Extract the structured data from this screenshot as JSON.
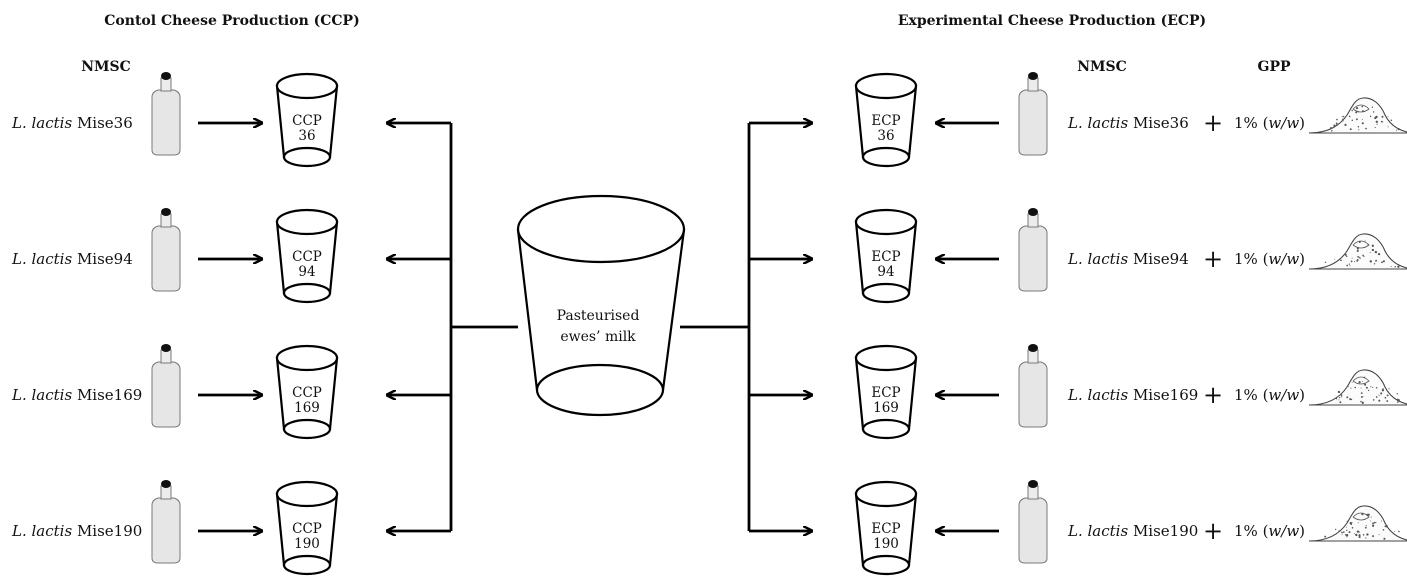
{
  "headers": {
    "left_title": "Contol Cheese Production (CCP)",
    "right_title": "Experimental Cheese Production (ECP)",
    "nmsc_left": "NMSC",
    "nmsc_right": "NMSC",
    "gpp": "GPP"
  },
  "center_vat": {
    "line1": "Pasteurised",
    "line2": "ewes’ milk"
  },
  "control_rows": [
    {
      "strain_genus": "L. lactis",
      "strain_name": "Mise36",
      "cup_code": "CCP",
      "cup_num": "36"
    },
    {
      "strain_genus": "L. lactis",
      "strain_name": "Mise94",
      "cup_code": "CCP",
      "cup_num": "94"
    },
    {
      "strain_genus": "L. lactis",
      "strain_name": "Mise169",
      "cup_code": "CCP",
      "cup_num": "169"
    },
    {
      "strain_genus": "L. lactis",
      "strain_name": "Mise190",
      "cup_code": "CCP",
      "cup_num": "190"
    }
  ],
  "experimental_rows": [
    {
      "strain_genus": "L. lactis",
      "strain_name": "Mise36",
      "cup_code": "ECP",
      "cup_num": "36",
      "plus": "+",
      "dose": "1% (",
      "dose_unit": "w/w",
      "dose_close": ")"
    },
    {
      "strain_genus": "L. lactis",
      "strain_name": "Mise94",
      "cup_code": "ECP",
      "cup_num": "94",
      "plus": "+",
      "dose": "1% (",
      "dose_unit": "w/w",
      "dose_close": ")"
    },
    {
      "strain_genus": "L. lactis",
      "strain_name": "Mise169",
      "cup_code": "ECP",
      "cup_num": "169",
      "plus": "+",
      "dose": "1% (",
      "dose_unit": "w/w",
      "dose_close": ")"
    },
    {
      "strain_genus": "L. lactis",
      "strain_name": "Mise190",
      "cup_code": "ECP",
      "cup_num": "190",
      "plus": "+",
      "dose": "1% (",
      "dose_unit": "w/w",
      "dose_close": ")"
    }
  ]
}
